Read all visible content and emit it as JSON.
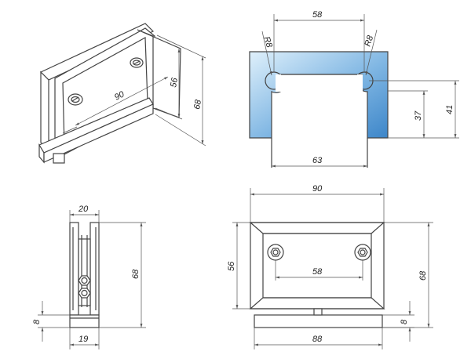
{
  "iso_view": {
    "dim_length": "90",
    "dim_inner_height": "56",
    "dim_total_height": "68"
  },
  "profile_view": {
    "dim_slot_width": "58",
    "dim_radius_left": "R8",
    "dim_radius_right": "R8",
    "dim_base_width": "63",
    "dim_slot_depth": "37",
    "dim_total_depth": "41",
    "colors": {
      "fill_light": "#dff0fb",
      "fill_mid": "#7fb6e3",
      "fill_dark": "#3d86c9"
    }
  },
  "side_view": {
    "dim_top_width": "20",
    "dim_height": "68",
    "dim_base_height": "8",
    "dim_base_width": "19"
  },
  "front_view": {
    "dim_width": "90",
    "dim_plate_height": "56",
    "dim_hole_spacing": "58",
    "dim_total_height": "68",
    "dim_base_height": "8",
    "dim_base_width": "88"
  }
}
